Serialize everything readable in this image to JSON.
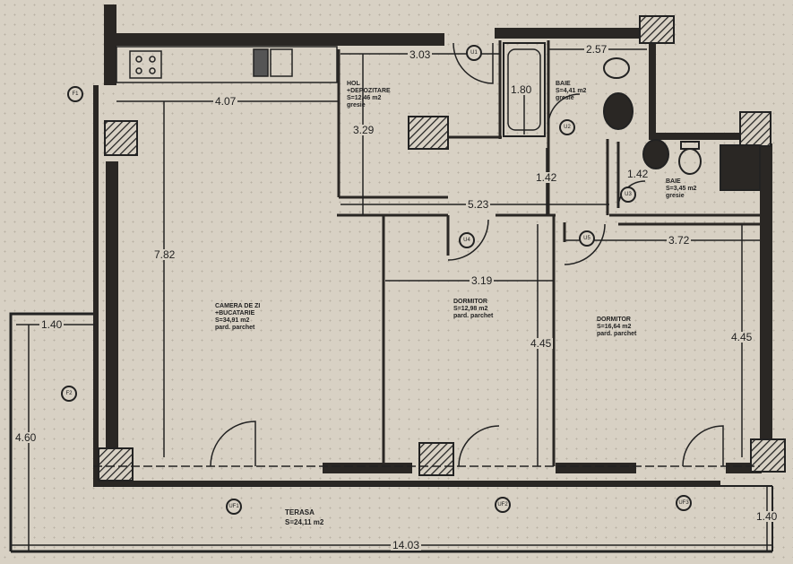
{
  "plan": {
    "rooms": [
      {
        "id": "living",
        "name": "CAMERA DE ZI",
        "name2": "+BUCATARIE",
        "area": "S=34,91 m2",
        "floor": "pard. parchet"
      },
      {
        "id": "bed1",
        "name": "DORMITOR",
        "area": "S=12,98 m2",
        "floor": "pard. parchet"
      },
      {
        "id": "bed2",
        "name": "DORMITOR",
        "area": "S=16,64 m2",
        "floor": "pard. parchet"
      },
      {
        "id": "hall",
        "name": "HOL",
        "name2": "+DEPOZITARE",
        "area": "S=12,46 m2",
        "floor": "gresie"
      },
      {
        "id": "bath1",
        "name": "BAIE",
        "area": "S=4,41 m2",
        "floor": "gresie"
      },
      {
        "id": "bath2",
        "name": "BAIE",
        "area": "S=3,45 m2",
        "floor": "gresie"
      },
      {
        "id": "terrace",
        "name": "TERASA",
        "area": "S=24,11 m2"
      }
    ],
    "dimensions": {
      "d_3_03": "3.03",
      "d_2_57": "2.57",
      "d_4_07": "4.07",
      "d_1_80": "1.80",
      "d_3_29": "3.29",
      "d_1_42a": "1.42",
      "d_1_42b": "1.42",
      "d_5_23": "5.23",
      "d_3_72": "3.72",
      "d_7_82": "7.82",
      "d_3_19": "3.19",
      "d_4_45a": "4.45",
      "d_4_45b": "4.45",
      "d_1_40a": "1.40",
      "d_4_60": "4.60",
      "d_1_40b": "1.40",
      "d_14_03": "14.03"
    },
    "door_tags": [
      "U1",
      "U2",
      "U3",
      "U4",
      "U5",
      "UF1",
      "UF2",
      "UF3"
    ],
    "window_tags": [
      "F1",
      "F2"
    ]
  }
}
